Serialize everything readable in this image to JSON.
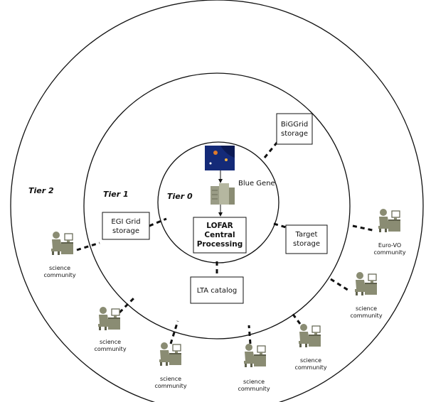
{
  "tiers": {
    "tier0": "Tier 0",
    "tier1": "Tier 1",
    "tier2": "Tier 2"
  },
  "center": {
    "blue_gene": "Blue Gene",
    "lofar_lines": [
      "LOFAR",
      "Central",
      "Processing"
    ]
  },
  "storage": {
    "biggrid": [
      "BiGGrid",
      "storage"
    ],
    "egi": [
      "EGI Grid",
      "storage"
    ],
    "target": [
      "Target",
      "storage"
    ],
    "lta": "LTA catalog"
  },
  "communities": {
    "left": [
      "science",
      "community"
    ],
    "euro_vo": [
      "Euro-VO",
      "community"
    ],
    "right_lower": [
      "science",
      "community"
    ],
    "lower_left": [
      "science",
      "community"
    ],
    "bottom_left": [
      "science",
      "community"
    ],
    "bottom_mid": [
      "science",
      "community"
    ],
    "bottom_right": [
      "science",
      "community"
    ]
  },
  "colors": {
    "person_fill": "#8a8c73",
    "person_dark": "#5f614d",
    "sky": "#142a78",
    "ring": "#111111"
  },
  "icons": {
    "person": "person-at-computer-icon",
    "telescope": "sky-image-icon",
    "server": "blue-gene-server-icon"
  }
}
